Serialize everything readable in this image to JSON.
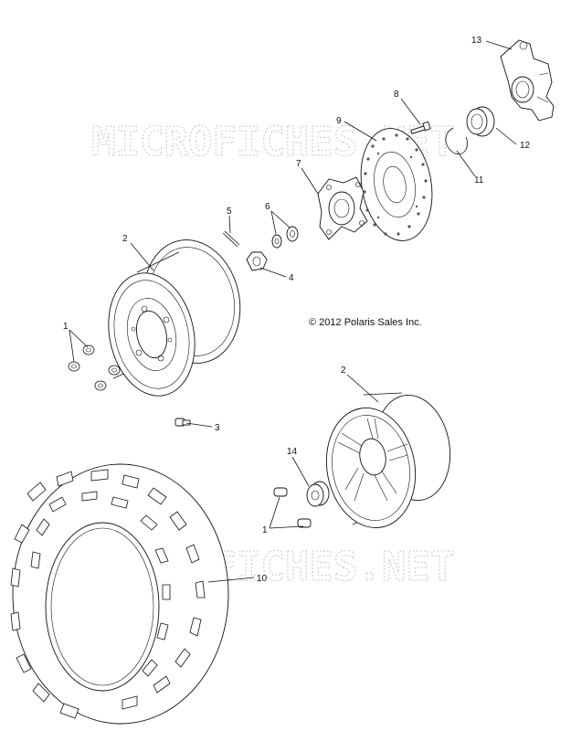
{
  "watermark": {
    "text": "MICROFICHES.NET"
  },
  "copyright": "© 2012 Polaris Sales Inc.",
  "callouts": [
    {
      "id": "c13",
      "label": "13"
    },
    {
      "id": "c8",
      "label": "8"
    },
    {
      "id": "c9",
      "label": "9"
    },
    {
      "id": "c12",
      "label": "12"
    },
    {
      "id": "c11",
      "label": "11"
    },
    {
      "id": "c7",
      "label": "7"
    },
    {
      "id": "c5",
      "label": "5"
    },
    {
      "id": "c6",
      "label": "6"
    },
    {
      "id": "c4",
      "label": "4"
    },
    {
      "id": "c2a",
      "label": "2"
    },
    {
      "id": "c1a",
      "label": "1"
    },
    {
      "id": "c3",
      "label": "3"
    },
    {
      "id": "c2b",
      "label": "2"
    },
    {
      "id": "c14",
      "label": "14"
    },
    {
      "id": "c1b",
      "label": "1"
    },
    {
      "id": "c10",
      "label": "10"
    }
  ]
}
